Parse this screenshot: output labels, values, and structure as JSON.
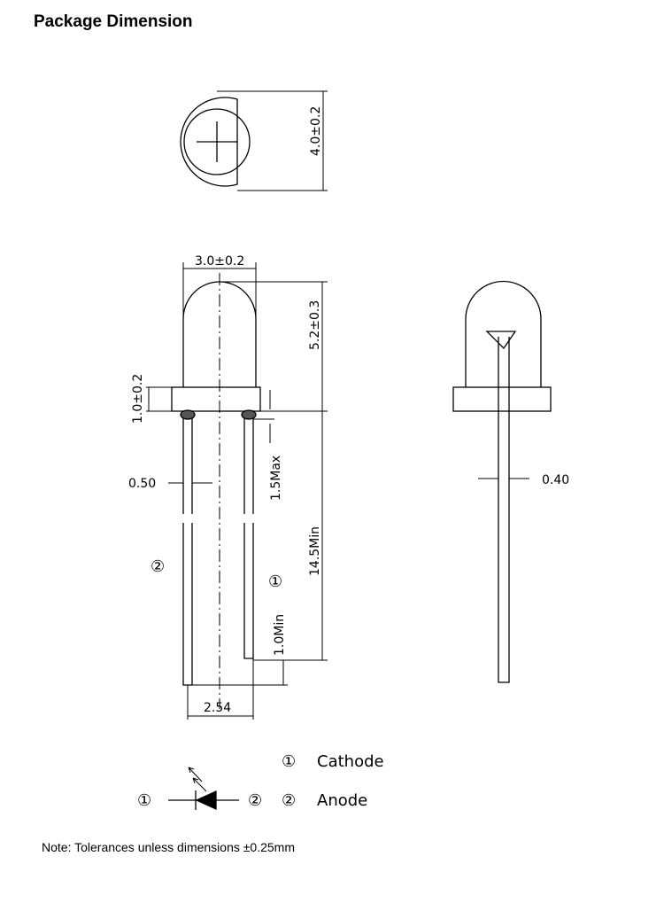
{
  "title": "Package Dimension",
  "dimensions": {
    "top_diameter": "4.0±0.2",
    "lens_width": "3.0±0.2",
    "lens_height": "5.2±0.3",
    "flange_height": "1.0±0.2",
    "lead_width": "0.50",
    "resin_max": "1.5Max",
    "lead_length": "14.5Min",
    "lead_diff": "1.0Min",
    "pitch": "2.54",
    "lead_thickness": "0.40"
  },
  "pins": {
    "pin1_mark": "①",
    "pin2_mark": "②",
    "pin1_label": "Cathode",
    "pin2_label": "Anode"
  },
  "note": "Note: Tolerances unless dimensions ±0.25mm"
}
